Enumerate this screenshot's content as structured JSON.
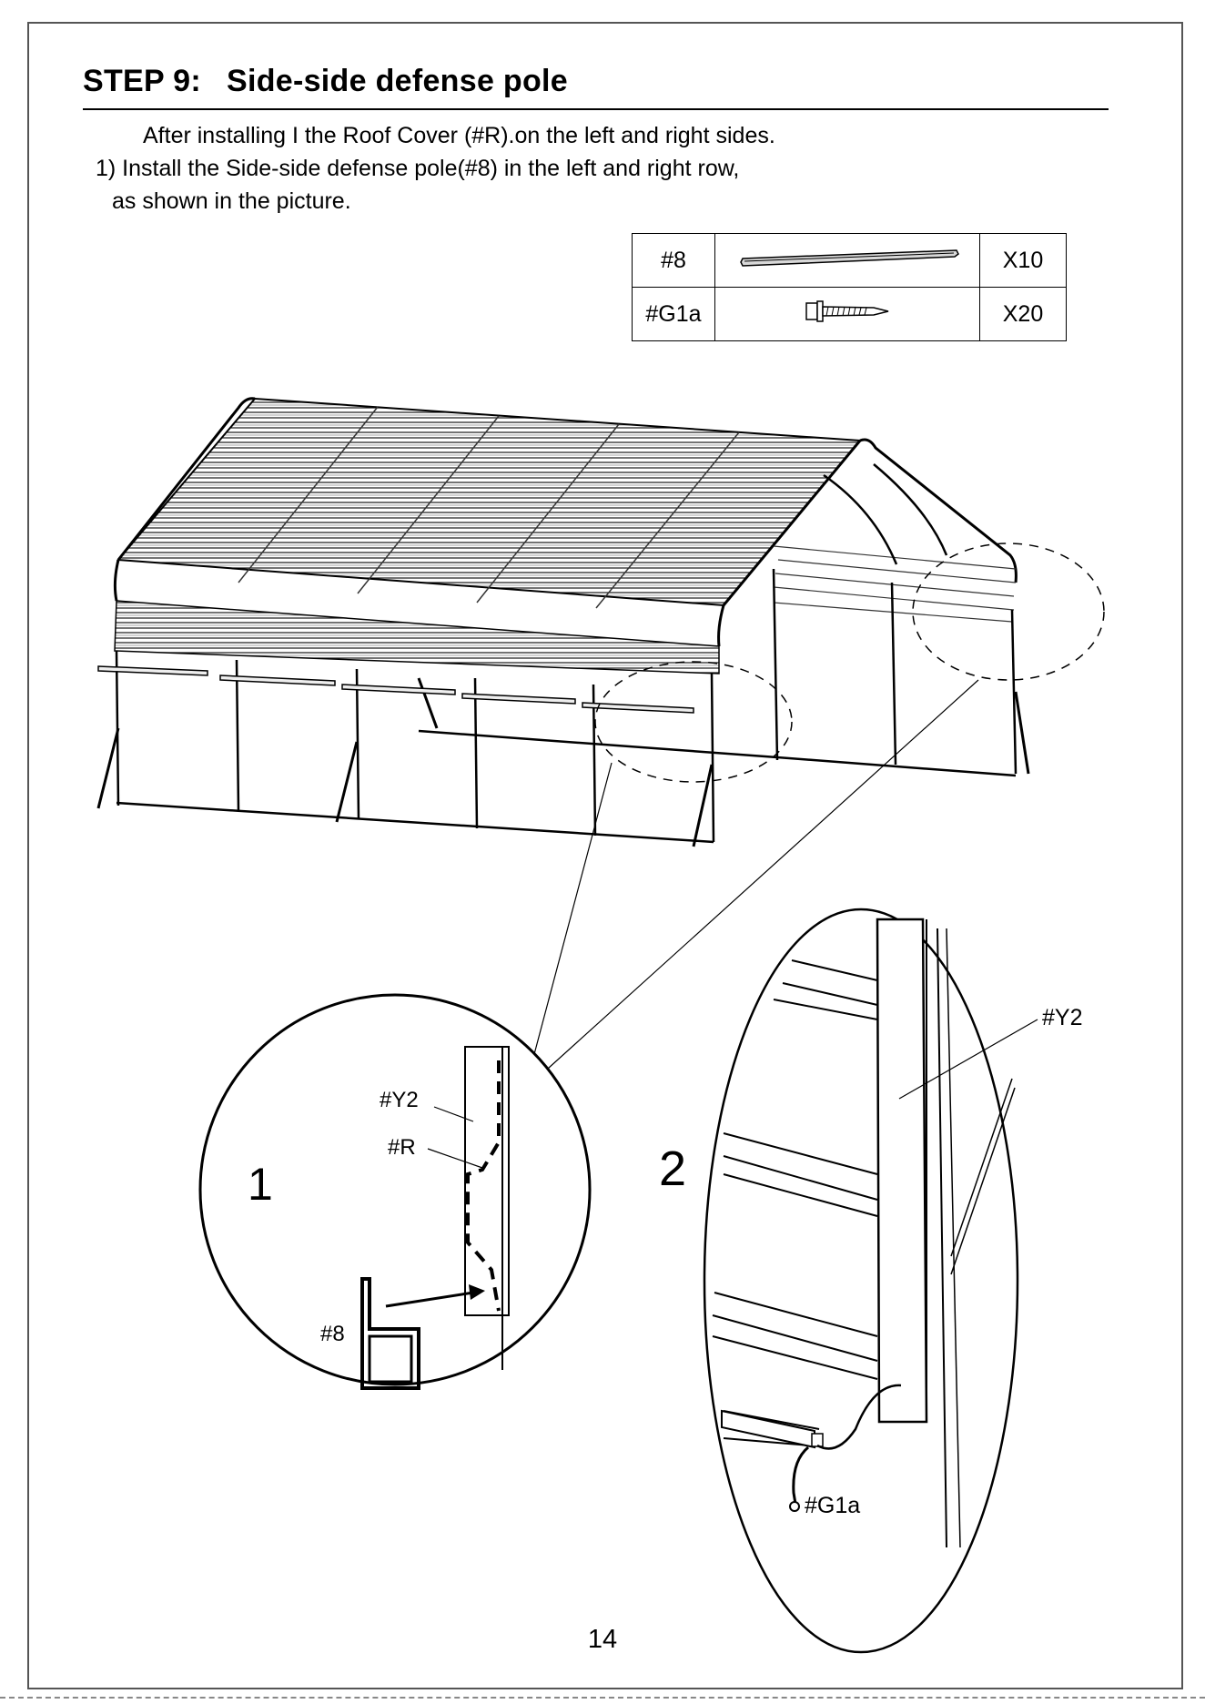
{
  "header": {
    "step": "STEP 9:",
    "title": "Side-side defense pole"
  },
  "instructions": [
    "After installing I the Roof Cover (#R).on the left and right sides.",
    "1) Install the Side-side defense pole(#8) in the left and right row,",
    "as shown in the picture."
  ],
  "parts_table": [
    {
      "code": "#8",
      "icon": "pole-icon",
      "qty": "X10"
    },
    {
      "code": "#G1a",
      "icon": "screw-icon",
      "qty": "X20"
    }
  ],
  "detail_1": {
    "number": "1",
    "labels": {
      "y2": "#Y2",
      "r": "#R",
      "pole": "#8"
    }
  },
  "detail_2": {
    "number": "2",
    "labels": {
      "y2": "#Y2",
      "screw": "#G1a"
    }
  },
  "footer": {
    "page_number": "14"
  }
}
